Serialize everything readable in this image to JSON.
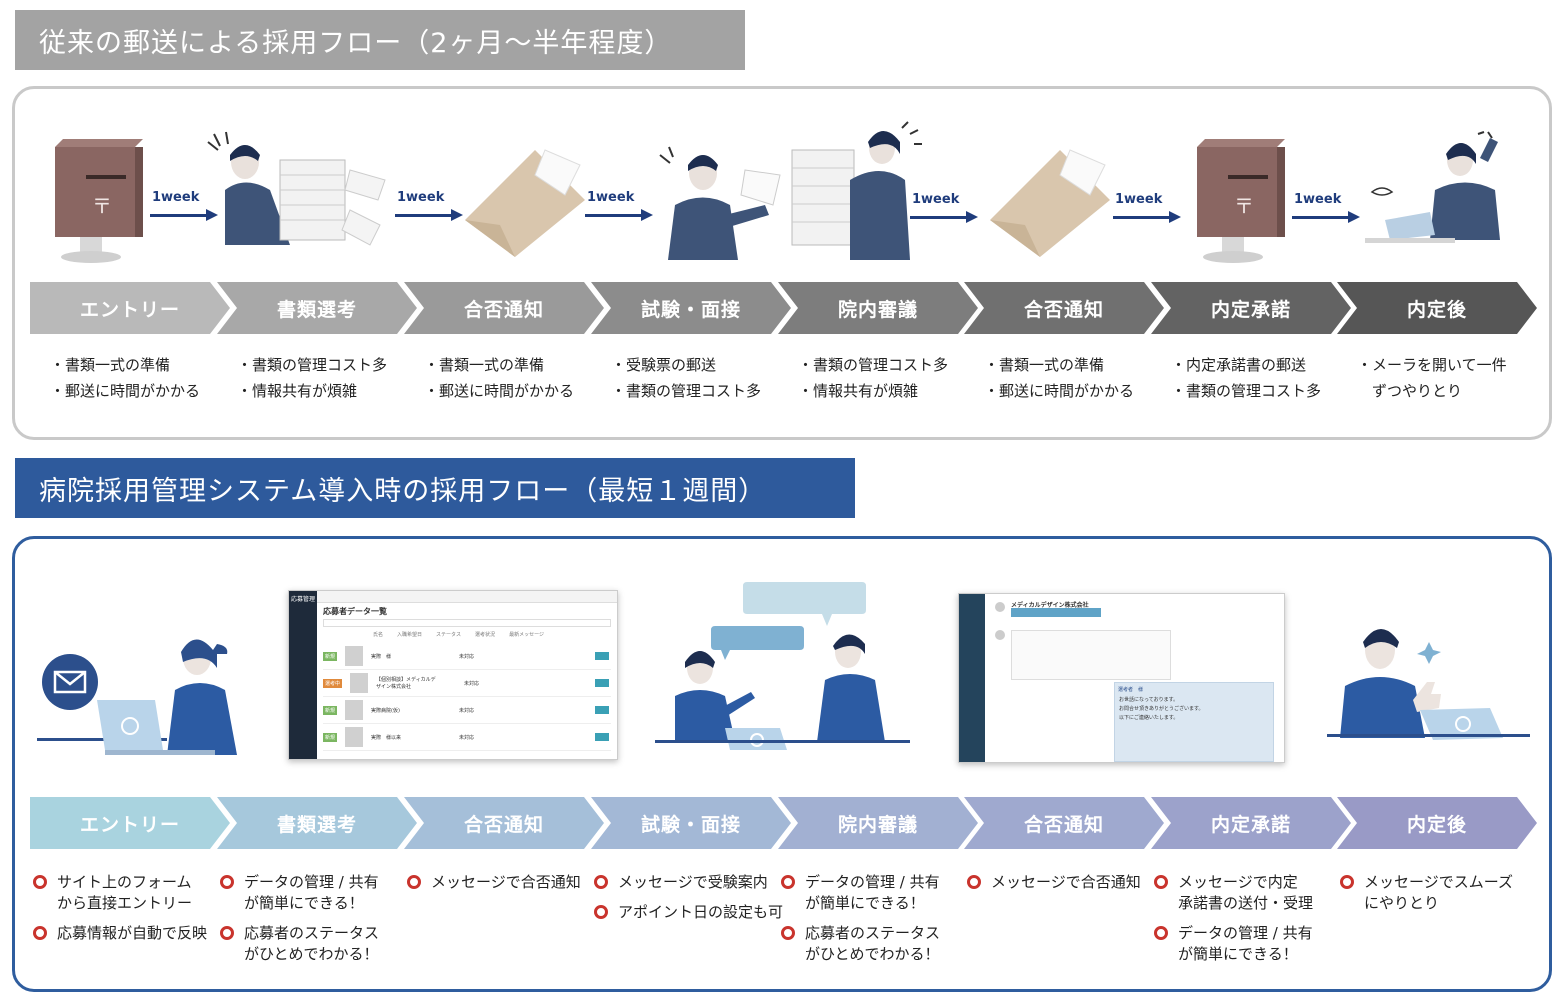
{
  "titles": {
    "old": "従来の郵送による採用フロー（2ヶ月〜半年程度）",
    "new": "病院採用管理システム導入時の採用フロー（最短１週間）"
  },
  "old_flow": {
    "arrows": [
      "1week",
      "1week",
      "1week",
      "1week",
      "1week",
      "1week"
    ],
    "steps": [
      {
        "label": "エントリー",
        "color": "#b9b9b9",
        "notes": [
          [
            "書類一式の準備"
          ],
          [
            "郵送に時間がかかる"
          ]
        ]
      },
      {
        "label": "書類選考",
        "color": "#a8a8a8",
        "notes": [
          [
            "書類の管理コスト多"
          ],
          [
            "情報共有が煩雑"
          ]
        ]
      },
      {
        "label": "合否通知",
        "color": "#9a9a9a",
        "notes": [
          [
            "書類一式の準備"
          ],
          [
            "郵送に時間がかかる"
          ]
        ]
      },
      {
        "label": "試験・面接",
        "color": "#8c8c8c",
        "notes": [
          [
            "受験票の郵送"
          ],
          [
            "書類の管理コスト多"
          ]
        ]
      },
      {
        "label": "院内審議",
        "color": "#7d7d7d",
        "notes": [
          [
            "書類の管理コスト多"
          ],
          [
            "情報共有が煩雑"
          ]
        ]
      },
      {
        "label": "合否通知",
        "color": "#707070",
        "notes": [
          [
            "書類一式の準備"
          ],
          [
            "郵送に時間がかかる"
          ]
        ]
      },
      {
        "label": "内定承諾",
        "color": "#636363",
        "notes": [
          [
            "内定承諾書の郵送"
          ],
          [
            "書類の管理コスト多"
          ]
        ]
      },
      {
        "label": "内定後",
        "color": "#565656",
        "notes": [
          [
            "メーラを開いて一件",
            "ずつやりとり"
          ]
        ]
      }
    ]
  },
  "new_flow": {
    "steps": [
      {
        "label": "エントリー",
        "color": "#a9d3df",
        "notes": [
          [
            "サイト上のフォーム",
            "から直接エントリー"
          ],
          [
            "応募情報が自動で反映"
          ]
        ]
      },
      {
        "label": "書類選考",
        "color": "#a6c8dc",
        "notes": [
          [
            "データの管理 / 共有",
            "が簡単にできる！"
          ],
          [
            "応募者のステータス",
            "がひとめでわかる！"
          ]
        ]
      },
      {
        "label": "合否通知",
        "color": "#a5bfd9",
        "notes": [
          [
            "メッセージで合否通知"
          ]
        ]
      },
      {
        "label": "試験・面接",
        "color": "#a3b8d6",
        "notes": [
          [
            "メッセージで受験案内"
          ],
          [
            "アポイント日の設定も可"
          ]
        ]
      },
      {
        "label": "院内審議",
        "color": "#a2b0d2",
        "notes": [
          [
            "データの管理 / 共有",
            "が簡単にできる！"
          ],
          [
            "応募者のステータス",
            "がひとめでわかる！"
          ]
        ]
      },
      {
        "label": "合否通知",
        "color": "#9fa9cf",
        "notes": [
          [
            "メッセージで合否通知"
          ]
        ]
      },
      {
        "label": "内定承諾",
        "color": "#9ca2cb",
        "notes": [
          [
            "メッセージで内定",
            "承諾書の送付・受理"
          ],
          [
            "データの管理 / 共有",
            "が簡単にできる！"
          ]
        ]
      },
      {
        "label": "内定後",
        "color": "#999ac6",
        "notes": [
          [
            "メッセージでスムーズ",
            "にやりとり"
          ]
        ]
      }
    ]
  },
  "screen1": {
    "sidebar": "応募管理",
    "title": "応募者データ一覧",
    "headers": [
      "氏名",
      "入職希望日",
      "ステータス",
      "選考状況",
      "最新メッセージ"
    ],
    "rows": [
      {
        "badge": "新規",
        "name": "実際　様",
        "status": "未対応"
      },
      {
        "badge": "選考中",
        "name": "【個別相談】メディカルデザイン株式会社",
        "status": "未対応"
      },
      {
        "badge": "新規",
        "name": "実際病院(仮)",
        "status": "未対応"
      },
      {
        "badge": "新規",
        "name": "実際　様以来",
        "status": "未対応"
      }
    ]
  },
  "screen2": {
    "company": "メディカルデザイン株式会社",
    "bubble": "選考者　様",
    "lines": [
      "お世話になっております。",
      "お問合せ頂きありがとうございます。",
      "以下にご連絡いたします。"
    ]
  },
  "colors": {
    "old_arrow": "#1f3c7c",
    "new_accent": "#2e5a9c",
    "ring": "#c9342d",
    "figure": "#2c4f8c",
    "figure_gray": "#56698a"
  },
  "icons": {
    "post_box": "post-box-icon",
    "envelope": "envelope-icon",
    "mail_badge": "mail-badge-icon"
  }
}
